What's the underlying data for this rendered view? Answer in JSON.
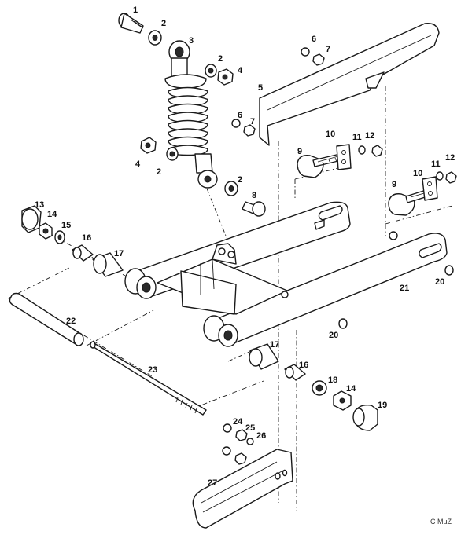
{
  "labels": {
    "p1": "1",
    "p2a": "2",
    "p3": "3",
    "p2b": "2",
    "p4a": "4",
    "p5": "5",
    "p6a": "6",
    "p7a": "7",
    "p6b": "6",
    "p7b": "7",
    "p9a": "9",
    "p10a": "10",
    "p11a": "11",
    "p12a": "12",
    "p4b": "4",
    "p2c": "2",
    "p2d": "2",
    "p8": "8",
    "p9b": "9",
    "p10b": "10",
    "p11b": "11",
    "p12b": "12",
    "p13": "13",
    "p14a": "14",
    "p15": "15",
    "p16a": "16",
    "p17a": "17",
    "p21": "21",
    "p20a": "20",
    "p22": "22",
    "p20b": "20",
    "p17b": "17",
    "p16b": "16",
    "p18": "18",
    "p14b": "14",
    "p19": "19",
    "p23": "23",
    "p24": "24",
    "p25": "25",
    "p26": "26",
    "p27": "27"
  },
  "credit": "C MuZ"
}
